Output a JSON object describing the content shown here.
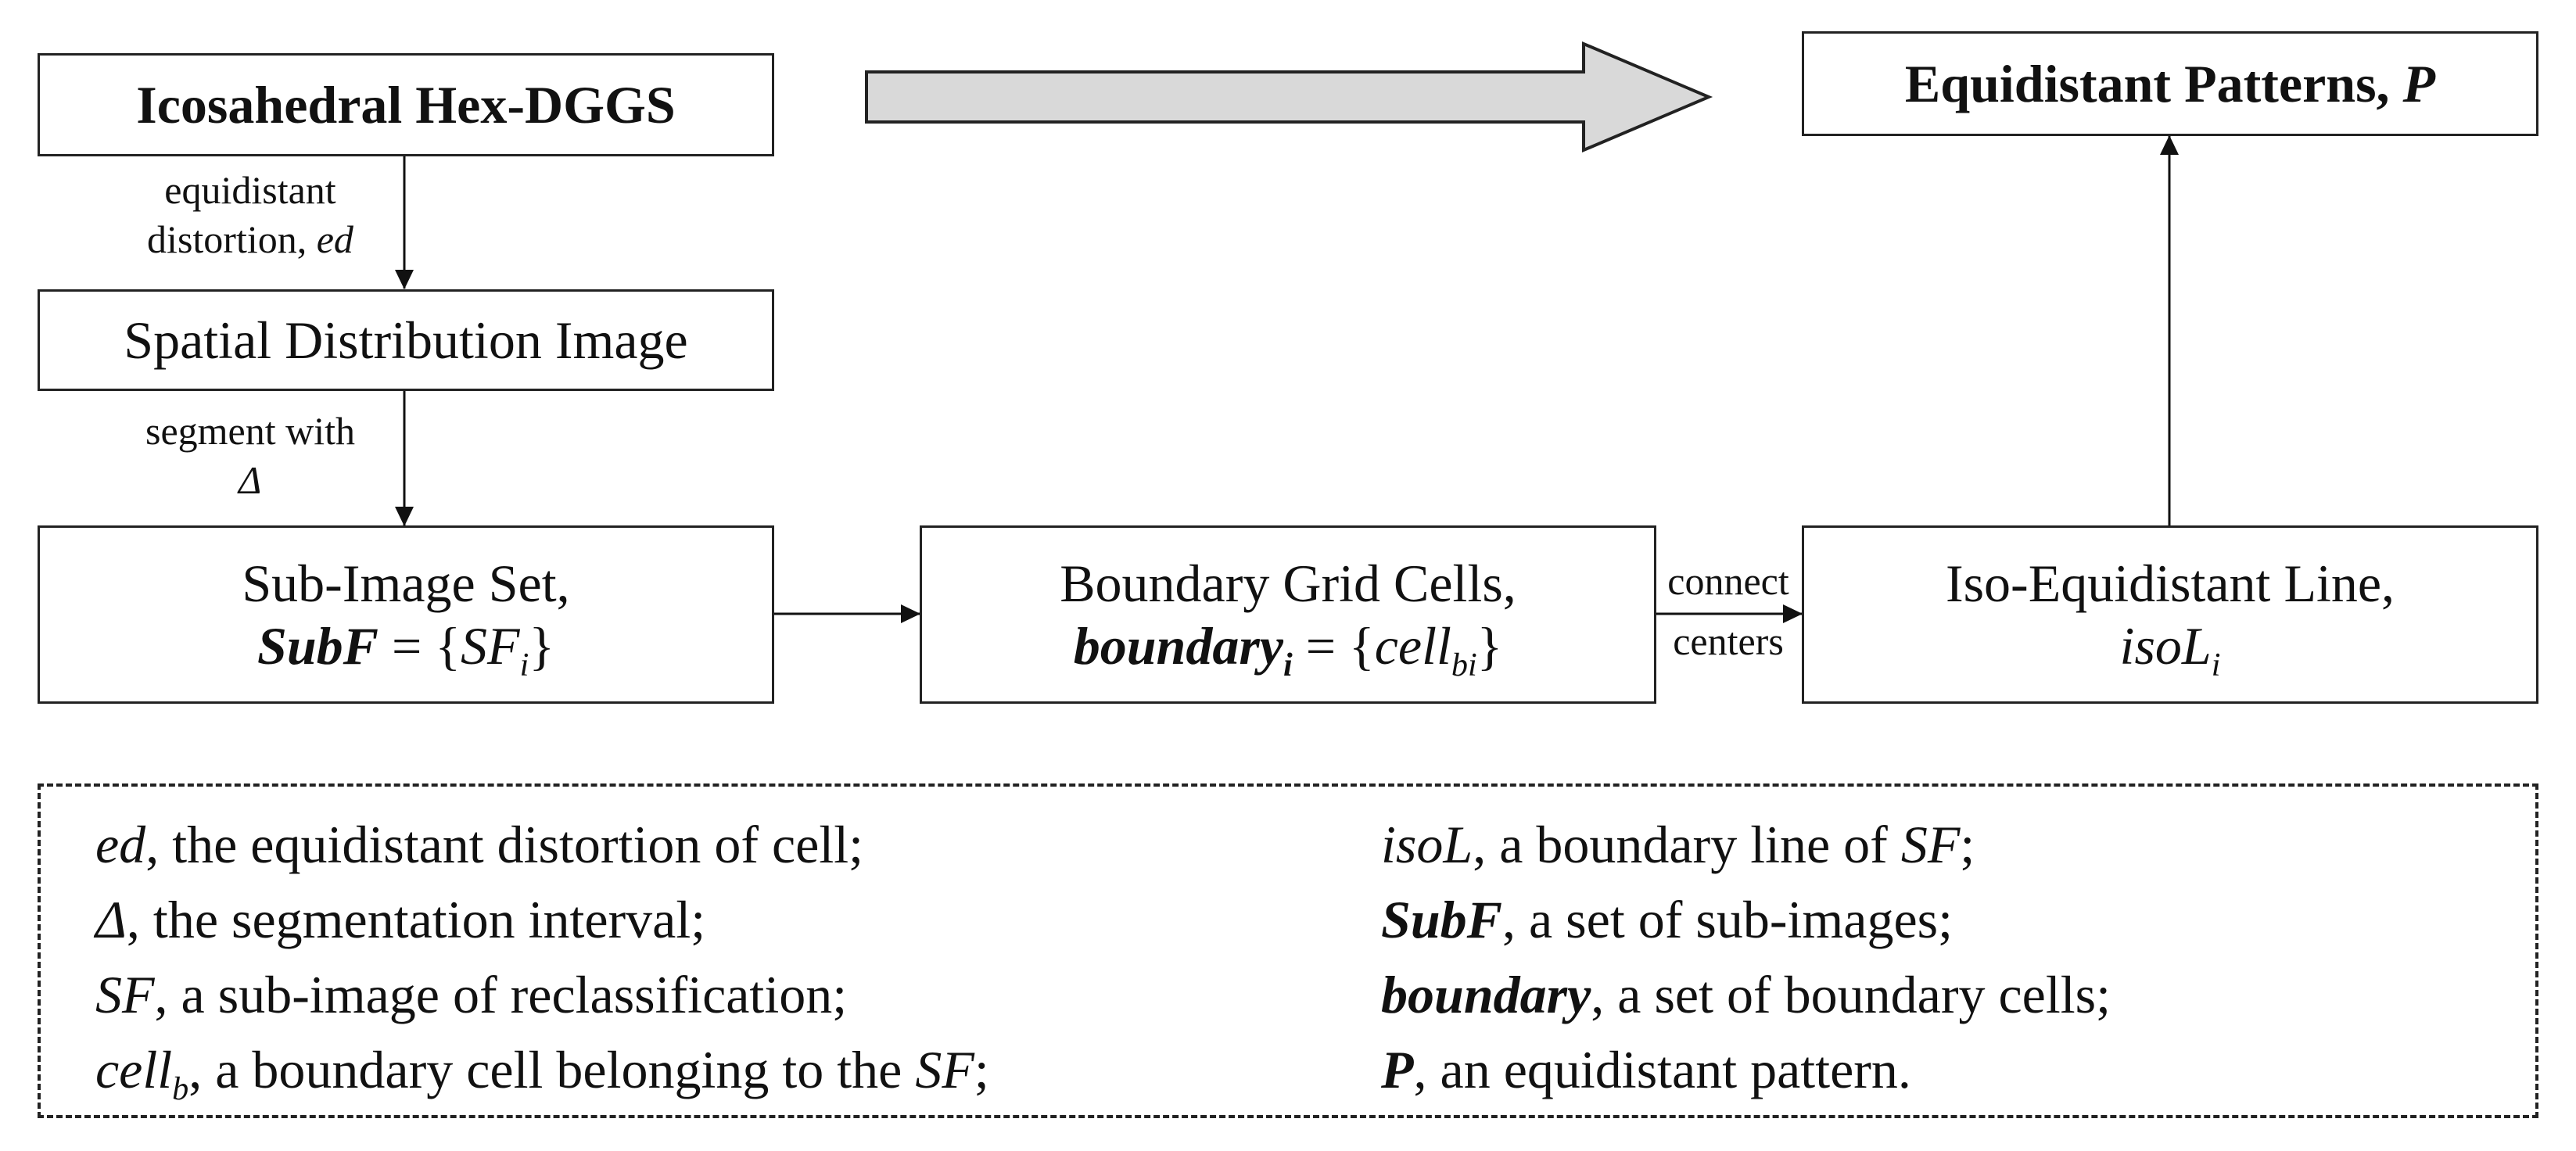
{
  "boxes": {
    "dggs": "Icosahedral Hex-DGGS",
    "spatial": "Spatial Distribution Image",
    "subimage_line1": "Sub-Image Set,",
    "subimage_var": "SubF",
    "subimage_eq": " = {",
    "subimage_set": "SF",
    "subimage_sub": "i",
    "subimage_close": "}",
    "boundary_line1": "Boundary Grid Cells,",
    "boundary_var": "boundary",
    "boundary_var_sub": "i",
    "boundary_eq": " = {",
    "boundary_set": "cell",
    "boundary_set_sub": "bi",
    "boundary_close": "}",
    "iso_line1": "Iso-Equidistant Line,",
    "iso_var": "isoL",
    "iso_sub": "i",
    "patterns_text": "Equidistant Patterns, ",
    "patterns_var": "P"
  },
  "labels": {
    "ed_line1": "equidistant",
    "ed_line2": "distortion, ",
    "ed_var": "ed",
    "segment_line1": "segment with",
    "segment_var": "Δ",
    "connect": "connect",
    "centers": "centers"
  },
  "legend": {
    "ed_sym": "ed",
    "ed_desc": ", the equidistant distortion of cell;",
    "delta_sym": "Δ",
    "delta_desc": ", the segmentation interval;",
    "sf_sym": "SF",
    "sf_desc": ", a sub-image of reclassification;",
    "cellb_sym": "cell",
    "cellb_sub": "b",
    "cellb_desc": ", a boundary cell belonging to the ",
    "cellb_sf": "SF",
    "cellb_end": ";",
    "isol_sym": "isoL",
    "isol_desc": ", a boundary line of ",
    "isol_sf": "SF",
    "isol_end": ";",
    "subf_sym": "SubF",
    "subf_desc": ", a set of sub-images;",
    "boundary_sym": "boundary",
    "boundary_desc": ", a set of boundary cells;",
    "p_sym": "P",
    "p_desc": ", an equidistant pattern."
  }
}
